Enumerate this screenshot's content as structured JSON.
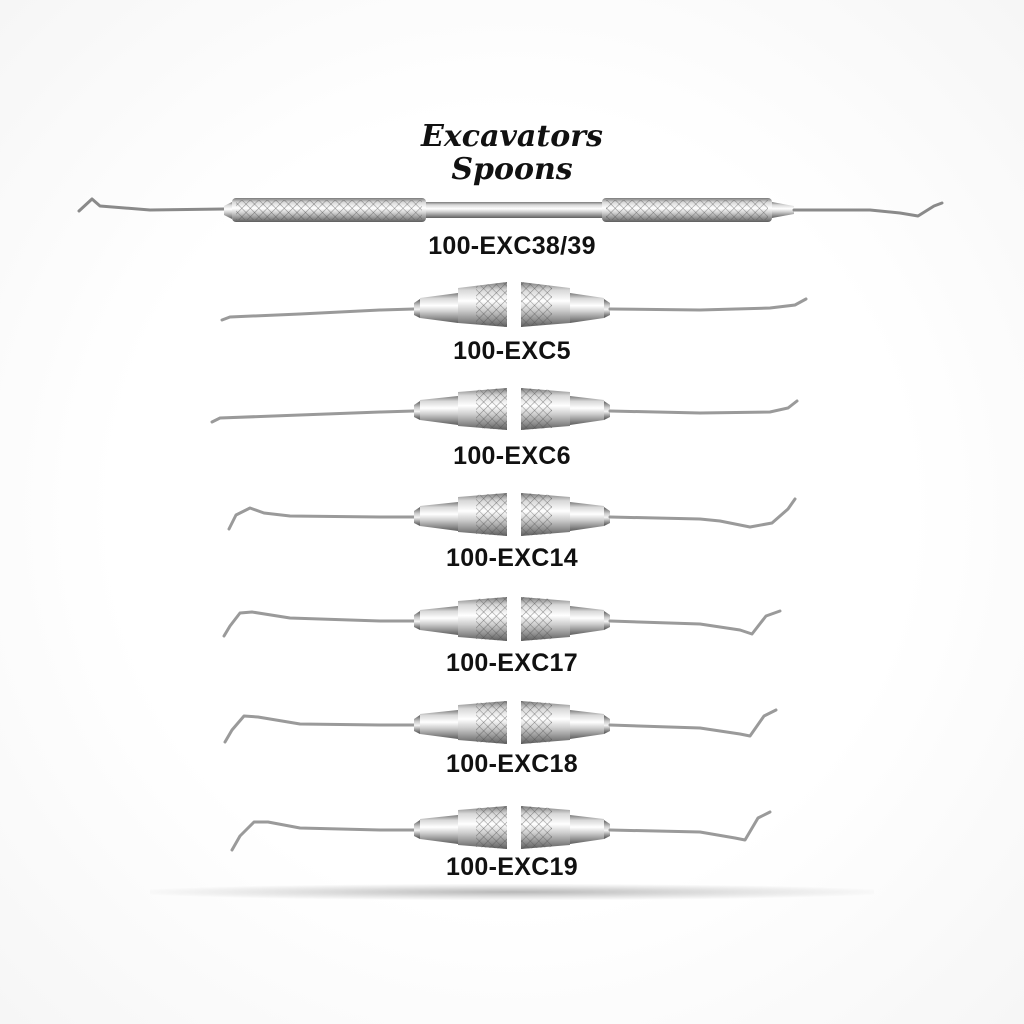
{
  "header": {
    "title_line_1": "Excavators",
    "title_line_2": "Spoons"
  },
  "instruments": [
    {
      "code": "100-EXC38/39",
      "style": "long-knurled-handle",
      "tip": "angled-spoon"
    },
    {
      "code": "100-EXC5",
      "style": "split-knurled-handle",
      "tip": "straight-spoon"
    },
    {
      "code": "100-EXC6",
      "style": "split-knurled-handle",
      "tip": "straight-spoon"
    },
    {
      "code": "100-EXC14",
      "style": "split-knurled-handle",
      "tip": "curved-spoon"
    },
    {
      "code": "100-EXC17",
      "style": "split-knurled-handle",
      "tip": "angled-spoon"
    },
    {
      "code": "100-EXC18",
      "style": "split-knurled-handle",
      "tip": "angled-spoon"
    },
    {
      "code": "100-EXC19",
      "style": "split-knurled-handle",
      "tip": "angled-spoon"
    }
  ],
  "colors": {
    "text": "#111111",
    "steel_light": "#f2f2f2",
    "steel_mid": "#b9b9b9",
    "steel_dark": "#6e6e6e"
  }
}
